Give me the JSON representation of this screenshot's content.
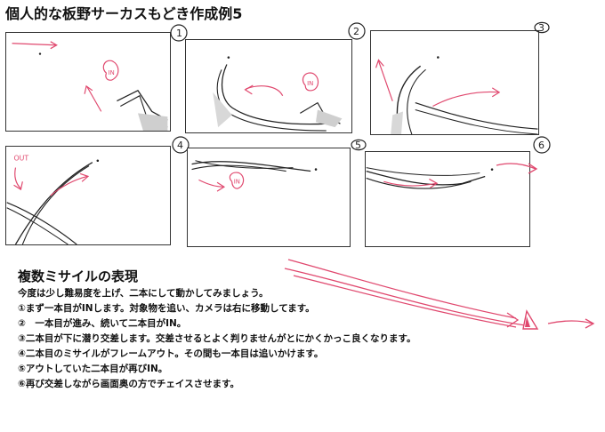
{
  "title": "個人的な板野サーカスもどき作成例5",
  "panels": [
    {
      "number": "1",
      "label": "IN"
    },
    {
      "number": "2",
      "label": "IN"
    },
    {
      "number": "3",
      "label": ""
    },
    {
      "number": "4",
      "label": "OUT"
    },
    {
      "number": "5",
      "label": "IN"
    },
    {
      "number": "6",
      "label": ""
    }
  ],
  "description": {
    "heading": "複数ミサイルの表現",
    "lines": [
      "今度は少し難易度を上げ、二本にして動かしてみましょう。",
      "①まず一本目がINします。対象物を追い、カメラは右に移動してます。",
      "②　一本目が進み、続いて二本目がIN。",
      "③二本目が下に潜り交差します。交差させるとよく判りませんがとにかくかっこ良くなります。",
      "④二本目のミサイルがフレームアウト。その間も一本目は追いかけます。",
      "⑤アウトしていた二本目が再びIN。",
      "⑥再び交差しながら画面奥の方でチェイスさせます。"
    ]
  },
  "colors": {
    "pink": "#e0486e",
    "ink": "#222222",
    "frame": "#333333"
  }
}
